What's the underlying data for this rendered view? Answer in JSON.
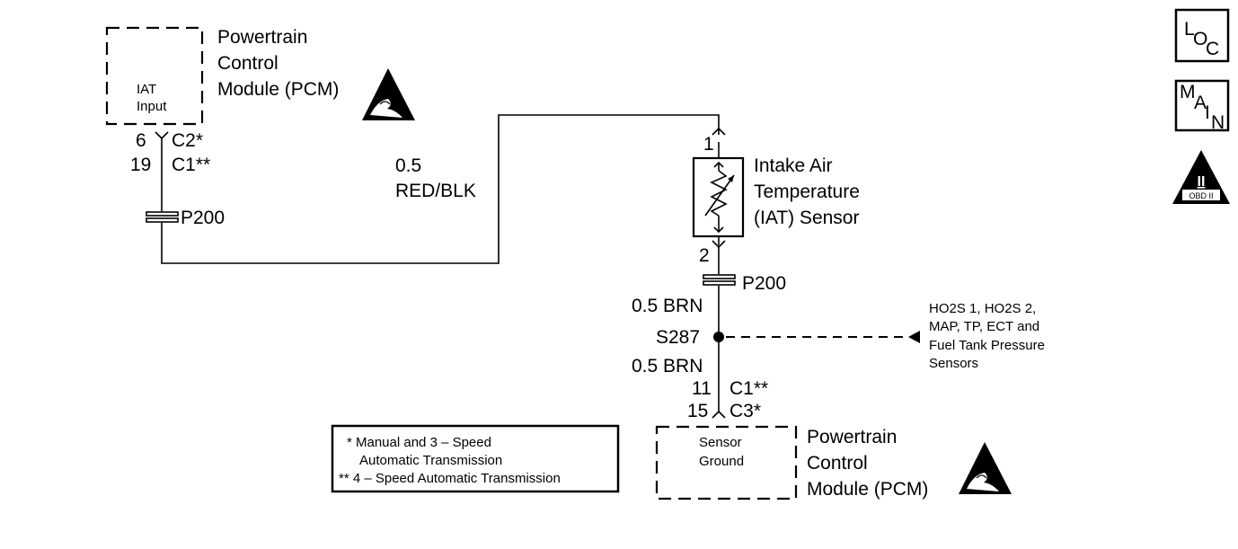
{
  "pcm_top": {
    "title_lines": [
      "Powertrain",
      "Control",
      "Module (PCM)"
    ],
    "box_lines": [
      "IAT",
      "Input"
    ],
    "pin1": "6",
    "conn1": "C2*",
    "pin2": "19",
    "conn2": "C1**"
  },
  "splice_top": {
    "label": "P200"
  },
  "wire_top": {
    "gauge": "0.5",
    "color": "RED/BLK"
  },
  "sensor": {
    "pin_in": "1",
    "pin_out": "2",
    "title_lines": [
      "Intake Air",
      "Temperature",
      "(IAT) Sensor"
    ]
  },
  "splice_bottom": {
    "label": "P200"
  },
  "wire_bottom": {
    "upper": "0.5 BRN",
    "lower": "0.5 BRN"
  },
  "splice_joint": {
    "label": "S287"
  },
  "shared_ground": {
    "lines": [
      "HO2S 1, HO2S 2,",
      "MAP, TP, ECT and",
      "Fuel Tank Pressure",
      "Sensors"
    ]
  },
  "pcm_bottom": {
    "pin1": "11",
    "conn1": "C1**",
    "pin2": "15",
    "conn2": "C3*",
    "box_lines": [
      "Sensor",
      "Ground"
    ],
    "title_lines": [
      "Powertrain",
      "Control",
      "Module (PCM)"
    ]
  },
  "legend": {
    "lines": [
      "* Manual and 3 – Speed",
      "Automatic Transmission",
      "** 4 – Speed Automatic Transmission"
    ]
  },
  "nav_buttons": {
    "loc": {
      "l": "L",
      "o": "O",
      "c": "C"
    },
    "main": {
      "m": "M",
      "a": "A",
      "i": "I",
      "n": "N"
    },
    "obd": {
      "numeral": "II",
      "label": "OBD II"
    }
  }
}
